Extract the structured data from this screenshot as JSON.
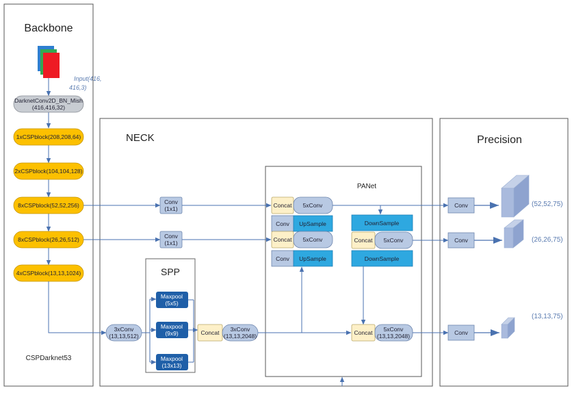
{
  "panels": {
    "backbone": {
      "title": "Backbone",
      "footer": "CSPDarknet53"
    },
    "neck": {
      "title": "NECK"
    },
    "precision": {
      "title": "Precision"
    },
    "spp": {
      "title": "SPP"
    },
    "panet": {
      "title": "PANet"
    }
  },
  "backbone": {
    "input_label_1": "Input(416,",
    "input_label_2": "416,3)",
    "darknet": {
      "line1": "DarknetConv2D_BN_Mish",
      "line2": "(416,416,32)"
    },
    "blocks": [
      "1xCSPblock(208,208,64)",
      "2xCSPblock(104,104,128)",
      "8xCSPblock(52,52,256)",
      "8xCSPblock(26,26,512)",
      "4xCSPblock(13,13,1024)"
    ]
  },
  "neck": {
    "conv_a": {
      "line1": "Conv",
      "line2": "(1x1)"
    },
    "conv_b": {
      "line1": "Conv",
      "line2": "(1x1)"
    },
    "conv3x_in": {
      "line1": "3xConv",
      "line2": "(13,13,512)"
    },
    "maxpools": [
      {
        "line1": "Maxpool",
        "line2": "(5x5)"
      },
      {
        "line1": "Maxpool",
        "line2": "(9x9)"
      },
      {
        "line1": "Maxpool",
        "line2": "(13x13)"
      }
    ],
    "spp_concat": "Concat",
    "conv3x_out": {
      "line1": "3xConv",
      "line2": "(13,13,2048)"
    }
  },
  "panet": {
    "concat1": "Concat",
    "conv5_1": "5xConv",
    "conv1": "Conv",
    "upsample1": "UpSample",
    "concat2": "Concat",
    "conv5_2": "5xConv",
    "conv2": "Conv",
    "upsample2": "UpSample",
    "downsample1": "DownSample",
    "concat3": "Concat",
    "conv5_3": "5xConv",
    "downsample2": "DownSample",
    "concat4": "Concat",
    "conv5_4": {
      "line1": "5xConv",
      "line2": "(13,13,2048)"
    }
  },
  "precision": {
    "convs": [
      "Conv",
      "Conv",
      "Conv"
    ],
    "outputs": [
      "(52,52,75)",
      "(26,26,75)",
      "(13,13,75)"
    ]
  },
  "colors": {
    "orange": "#fcc000",
    "gray": "#c8ccd2",
    "conv_blue": "#b8c9e3",
    "bright_blue": "#2ea8e0",
    "dark_blue": "#1f5fa8",
    "cream": "#fdf0c8",
    "line": "#4a72b0"
  }
}
